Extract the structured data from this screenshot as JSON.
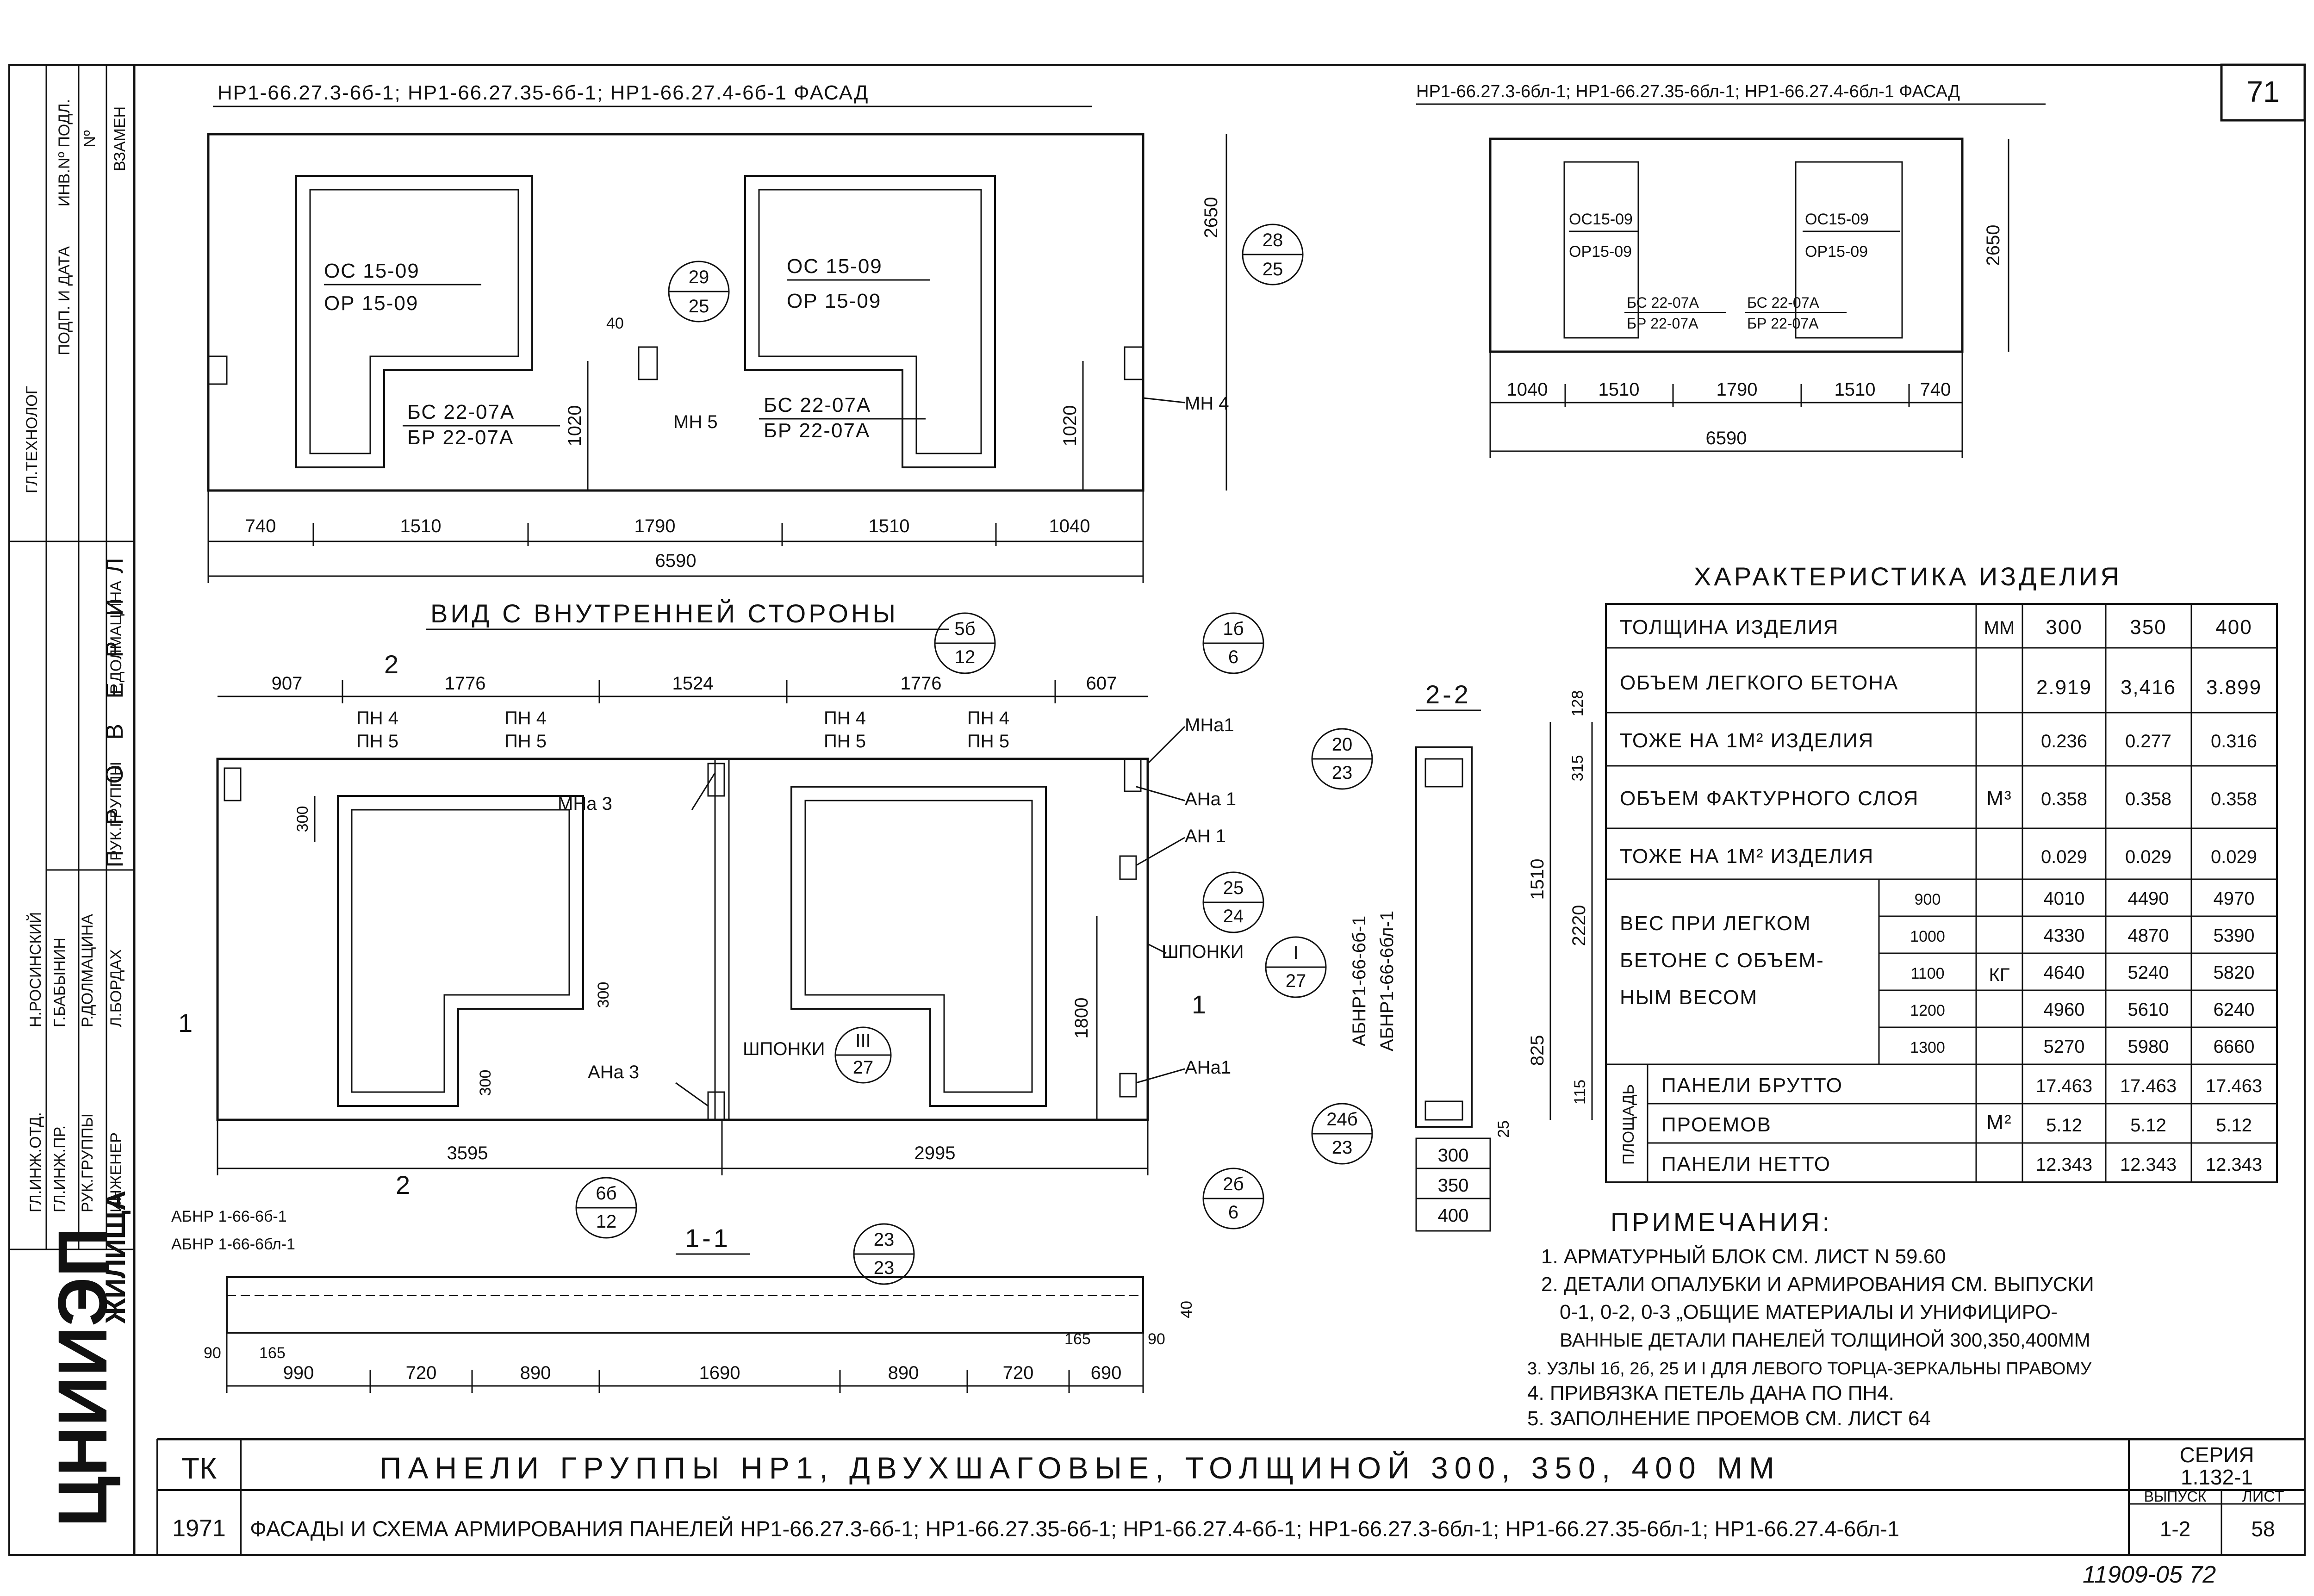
{
  "sheet_number": "71",
  "stamps": {
    "inv": "ИНВ.Nº ПОДЛ.",
    "podp": "ПОДП. И ДАТА",
    "zamen": "ВЗАМЕН",
    "no": "Nº"
  },
  "side_block": {
    "tech": "ГЛ.ТЕХНОЛОГ",
    "prov": "П Р О В Е Р И Л",
    "roles": [
      "ГЛ.ИНЖ.ОТД.",
      "ГЛ.ИНЖ.ПР.",
      "РУК.ГРУППЫ",
      "ИНЖЕНЕР"
    ],
    "names": [
      "Н.РОСИНСКИЙ",
      "Г.БАБЫНИН",
      "Р.ДОЛМАЦИНА",
      "Л.БОРДАХ"
    ],
    "checked_roles": [
      "РУК.ГРУППЫ"
    ],
    "checked_names": [
      "Р.ДОЛМАЦИНА"
    ],
    "org": "ЦНИИЭП",
    "org_sub": "ЖИЛИЩА"
  },
  "facade1": {
    "title": "НР1-66.27.3-6б-1; НР1-66.27.35-6б-1; НР1-66.27.4-6б-1  ФАСАД",
    "win1_top": "ОС 15-09",
    "win1_bot": "ОР 15-09",
    "win2_top": "ОС 15-09",
    "win2_bot": "ОР 15-09",
    "door1_top": "БС 22-07А",
    "door1_bot": "БР 22-07А",
    "door2_top": "БС 22-07А",
    "door2_bot": "БР 22-07А",
    "node_a_top": "29",
    "node_a_bot": "25",
    "node_b_top": "28",
    "node_b_bot": "25",
    "mn5": "МН 5",
    "mn4": "МН 4",
    "d40": "40",
    "h1020a": "1020",
    "h1020b": "1020",
    "h2650": "2650",
    "dims": [
      "740",
      "1510",
      "1790",
      "1510",
      "1040"
    ],
    "total": "6590"
  },
  "facade2": {
    "title": "НР1-66.27.3-6бл-1; НР1-66.27.35-6бл-1; НР1-66.27.4-6бл-1 ФАСАД",
    "win1_top": "ОС15-09",
    "win1_bot": "ОР15-09",
    "win2_top": "ОС15-09",
    "win2_bot": "ОР15-09",
    "door1_top": "БС 22-07А",
    "door1_bot": "БР 22-07А",
    "door2_top": "БС 22-07А",
    "door2_bot": "БР 22-07А",
    "h2650": "2650",
    "dims": [
      "1040",
      "1510",
      "1790",
      "1510",
      "740"
    ],
    "total": "6590"
  },
  "inner": {
    "title": "ВИД С ВНУТРЕННЕЙ СТОРОНЫ",
    "top_dims": [
      "907",
      "1776",
      "1524",
      "1776",
      "607"
    ],
    "pn_top": [
      "ПН 4",
      "ПН 4",
      "ПН 4",
      "ПН 4"
    ],
    "pn_bot": [
      "ПН 5",
      "ПН 5",
      "ПН 5",
      "ПН 5"
    ],
    "mna3": "МНа 3",
    "mna1": "МНа1",
    "ana1": "АНа 1",
    "an1": "АН 1",
    "ana3": "АНа 3",
    "ana1b": "АНа1",
    "shponki": "ШПОНКИ",
    "shponki2": "ШПОНКИ",
    "d300a": "300",
    "d300b": "300",
    "d300c": "300",
    "h1800": "1800",
    "bot_dims": [
      "3595",
      "2995"
    ],
    "node_5b": [
      "5б",
      "12"
    ],
    "node_1b": [
      "1б",
      "6"
    ],
    "node_25": [
      "25",
      "24"
    ],
    "node_I": [
      "I",
      "27"
    ],
    "node_III": [
      "III",
      "27"
    ],
    "node_6b": [
      "6б",
      "12"
    ],
    "node_2b": [
      "2б",
      "6"
    ],
    "cut1": "1",
    "cut2": "2",
    "cut1b": "1",
    "cut2b": "2"
  },
  "section11": {
    "title": "1-1",
    "labels": [
      "АБНР 1-66-6б-1",
      "АБНР 1-66-6бл-1"
    ],
    "node_23": [
      "23",
      "23"
    ],
    "d40": "40",
    "dims": [
      "990",
      "720",
      "890",
      "1690",
      "890",
      "720",
      "690"
    ],
    "small": [
      "90",
      "165",
      "165",
      "90"
    ]
  },
  "section22": {
    "title": "2-2",
    "node_20": [
      "20",
      "23"
    ],
    "node_24b": [
      "24б",
      "23"
    ],
    "labels": [
      "АБНР1-66-6б-1",
      "АБНР1-66-6бл-1"
    ],
    "v": [
      "128",
      "315",
      "1510",
      "2220",
      "825",
      "115",
      "25"
    ],
    "t": [
      "300",
      "350",
      "400"
    ]
  },
  "char": {
    "title": "ХАРАКТЕРИСТИКА ИЗДЕЛИЯ",
    "rows": [
      {
        "label": "ТОЛЩИНА ИЗДЕЛИЯ",
        "unit": "ММ",
        "v": [
          "300",
          "350",
          "400"
        ]
      },
      {
        "label": "ОБЪЕМ ЛЕГКОГО БЕТОНА",
        "unit": "",
        "v": [
          "2.919",
          "3,416",
          "3.899"
        ]
      },
      {
        "label": "ТОЖЕ НА 1М² ИЗДЕЛИЯ",
        "unit": "",
        "v": [
          "0.236",
          "0.277",
          "0.316"
        ]
      },
      {
        "label": "ОБЪЕМ ФАКТУРНОГО СЛОЯ",
        "unit": "М³",
        "v": [
          "0.358",
          "0.358",
          "0.358"
        ]
      },
      {
        "label": "ТОЖЕ НА 1М² ИЗДЕЛИЯ",
        "unit": "",
        "v": [
          "0.029",
          "0.029",
          "0.029"
        ]
      }
    ],
    "weight_label": [
      "ВЕС ПРИ ЛЕГКОМ",
      "БЕТОНЕ С ОБЪЕМ-",
      "НЫМ ВЕСОМ"
    ],
    "weight_unit": "КГ",
    "weight_rows": [
      {
        "d": "900",
        "v": [
          "4010",
          "4490",
          "4970"
        ]
      },
      {
        "d": "1000",
        "v": [
          "4330",
          "4870",
          "5390"
        ]
      },
      {
        "d": "1100",
        "v": [
          "4640",
          "5240",
          "5820"
        ]
      },
      {
        "d": "1200",
        "v": [
          "4960",
          "5610",
          "6240"
        ]
      },
      {
        "d": "1300",
        "v": [
          "5270",
          "5980",
          "6660"
        ]
      }
    ],
    "area_label": "ПЛОЩАДЬ",
    "area_unit": "М²",
    "area_rows": [
      {
        "label": "ПАНЕЛИ БРУТТО",
        "v": [
          "17.463",
          "17.463",
          "17.463"
        ]
      },
      {
        "label": "ПРОЕМОВ",
        "v": [
          "5.12",
          "5.12",
          "5.12"
        ]
      },
      {
        "label": "ПАНЕЛИ НЕТТО",
        "v": [
          "12.343",
          "12.343",
          "12.343"
        ]
      }
    ]
  },
  "notes": {
    "title": "ПРИМЕЧАНИЯ:",
    "items": [
      "1. АРМАТУРНЫЙ БЛОК СМ. ЛИСТ N 59.60",
      "2. ДЕТАЛИ ОПАЛУБКИ И АРМИРОВАНИЯ СМ. ВЫПУСКИ",
      "0-1, 0-2, 0-3 „ОБЩИЕ МАТЕРИАЛЫ И УНИФИЦИРО-",
      "ВАННЫЕ ДЕТАЛИ ПАНЕЛЕЙ ТОЛЩИНОЙ 300,350,400ММ",
      "3. УЗЛЫ 1б, 2б, 25 И I ДЛЯ ЛЕВОГО ТОРЦА-ЗЕРКАЛЬНЫ ПРАВОМУ",
      "4. ПРИВЯЗКА ПЕТЕЛЬ ДАНА ПО ПН4.",
      "5. ЗАПОЛНЕНИЕ ПРОЕМОВ СМ. ЛИСТ 64"
    ]
  },
  "title_block": {
    "tk": "ТК",
    "year": "1971",
    "title1": "ПАНЕЛИ ГРУППЫ НР1, ДВУХШАГОВЫЕ, ТОЛЩИНОЙ 300, 350, 400 ММ",
    "title2": "ФАСАДЫ И СХЕМА АРМИРОВАНИЯ ПАНЕЛЕЙ НР1-66.27.3-6б-1; НР1-66.27.35-6б-1; НР1-66.27.4-6б-1; НР1-66.27.3-6бл-1; НР1-66.27.35-6бл-1; НР1-66.27.4-6бл-1",
    "seria_label": "СЕРИЯ",
    "seria": "1.132-1",
    "vyp_label": "ВЫПУСК",
    "vyp": "1-2",
    "list_label": "ЛИСТ",
    "list": "58"
  },
  "footer": "11909-05  72"
}
